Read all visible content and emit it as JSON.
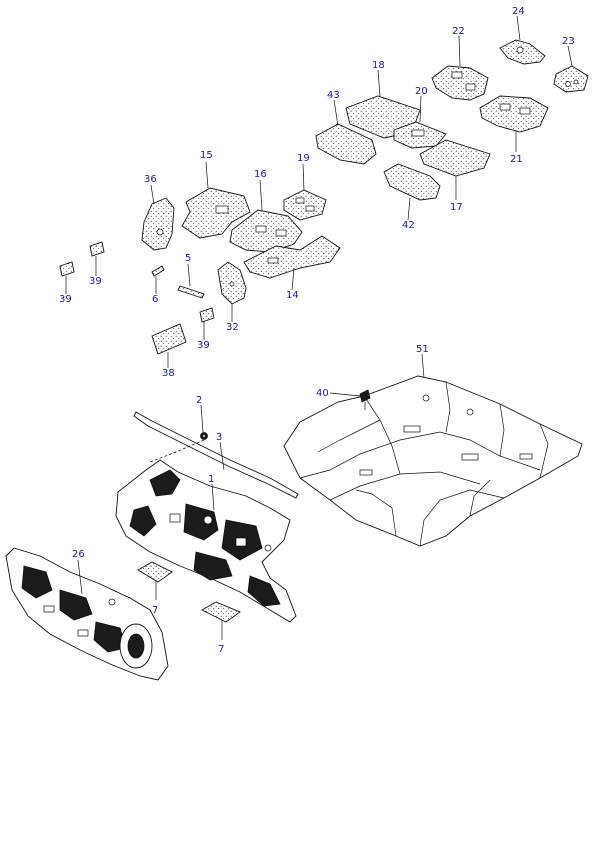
{
  "callouts": [
    {
      "id": "c24a",
      "text": "24"
    },
    {
      "id": "c22",
      "text": "22"
    },
    {
      "id": "c23",
      "text": "23"
    },
    {
      "id": "c18",
      "text": "18"
    },
    {
      "id": "c43",
      "text": "43"
    },
    {
      "id": "c20",
      "text": "20"
    },
    {
      "id": "c21",
      "text": "21"
    },
    {
      "id": "c17",
      "text": "17"
    },
    {
      "id": "c42",
      "text": "42"
    },
    {
      "id": "c15",
      "text": "15"
    },
    {
      "id": "c36",
      "text": "36"
    },
    {
      "id": "c16",
      "text": "16"
    },
    {
      "id": "c19",
      "text": "19"
    },
    {
      "id": "c39a",
      "text": "39"
    },
    {
      "id": "c39b",
      "text": "39"
    },
    {
      "id": "c5",
      "text": "5"
    },
    {
      "id": "c6",
      "text": "6"
    },
    {
      "id": "c14",
      "text": "14"
    },
    {
      "id": "c32",
      "text": "32"
    },
    {
      "id": "c39c",
      "text": "39"
    },
    {
      "id": "c38",
      "text": "38"
    },
    {
      "id": "c51",
      "text": "51"
    },
    {
      "id": "c40",
      "text": "40"
    },
    {
      "id": "c2",
      "text": "2"
    },
    {
      "id": "c3",
      "text": "3"
    },
    {
      "id": "c1",
      "text": "1"
    },
    {
      "id": "c26",
      "text": "26"
    },
    {
      "id": "c7a",
      "text": "7"
    },
    {
      "id": "c7b",
      "text": "7"
    }
  ]
}
